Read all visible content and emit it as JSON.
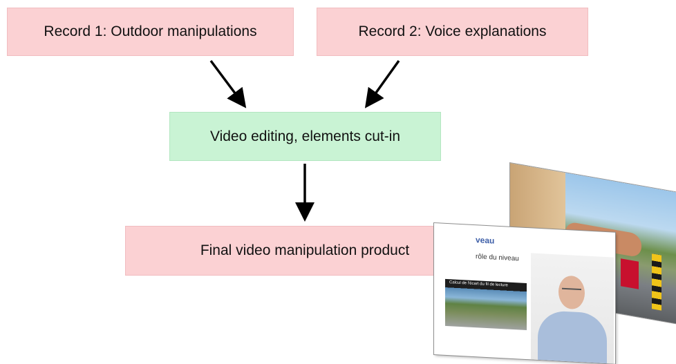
{
  "diagram": {
    "boxes": {
      "record1": "Record 1: Outdoor manipulations",
      "record2": "Record 2: Voice explanations",
      "editing": "Video editing, elements cut-in",
      "final": "Final video manipulation product"
    },
    "colors": {
      "source_box": "#fbd1d3",
      "process_box": "#c9f3d4",
      "arrow": "#000000"
    }
  },
  "collage": {
    "slide_heading": "veau",
    "slide_subheading": "rôle du niveau",
    "inset_caption": "Calcul de l'écart du fil de lecture"
  }
}
